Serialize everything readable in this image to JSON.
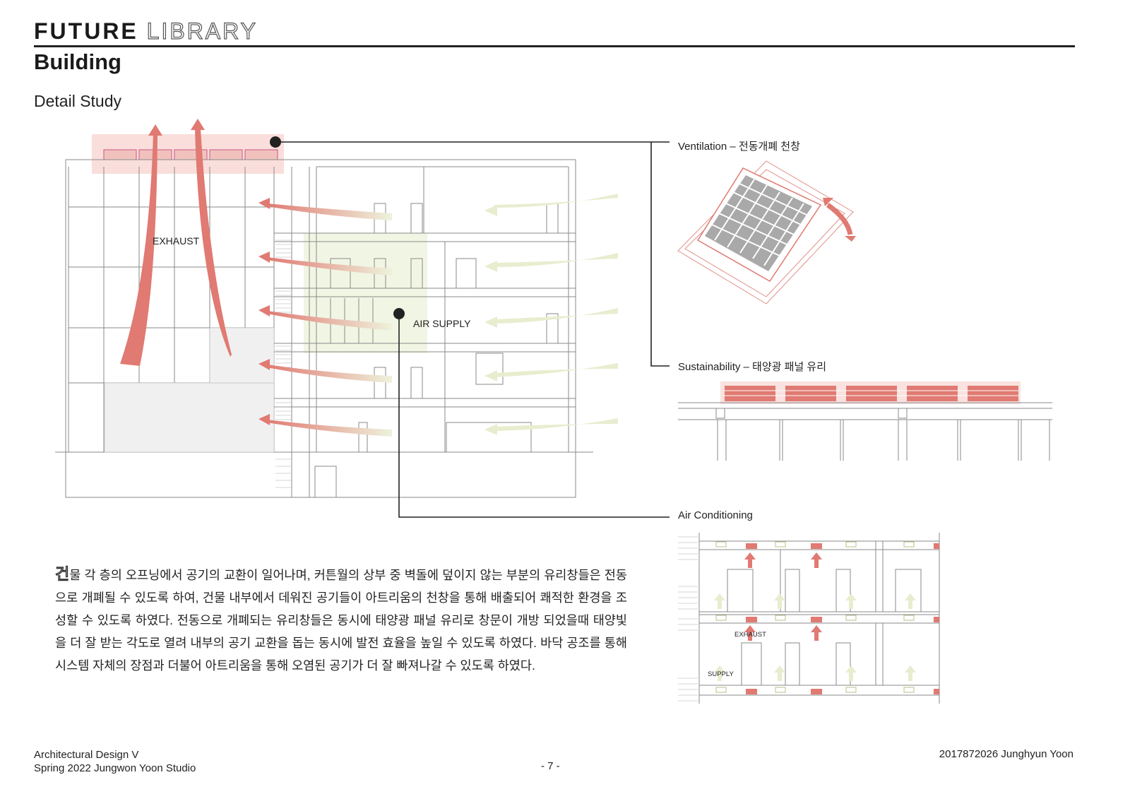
{
  "header": {
    "title_main": "FUTURE",
    "title_outline": "LIBRARY",
    "subtitle": "Building"
  },
  "section_title": "Detail Study",
  "callouts": {
    "ventilation": "Ventilation – 전동개폐 천창",
    "sustainability": "Sustainability – 태양광 패널 유리",
    "air_conditioning": "Air Conditioning"
  },
  "section_labels": {
    "exhaust": "EXHAUST",
    "air_supply": "AIR SUPPLY"
  },
  "ac_labels": {
    "exhaust": "EXHAUST",
    "supply": "SUPPLY"
  },
  "body": {
    "first_char": "건",
    "text": "물 각 층의 오프닝에서 공기의 교환이 일어나며, 커튼월의 상부 중 벽돌에 덮이지 않는 부분의 유리창들은 전동으로 개폐될 수 있도록 하여, 건물 내부에서 데워진 공기들이 아트리움의 천창을 통해 배출되어 쾌적한 환경을 조성할 수 있도록 하였다. 전동으로 개폐되는 유리창들은 동시에 태양광 패널 유리로 창문이 개방 되었을때 태양빛을 더 잘 받는 각도로 열려 내부의 공기 교환을 돕는 동시에 발전 효율을 높일 수 있도록 하였다. 바닥 공조를 통해 시스템 자체의 장점과 더불어 아트리움을 통해 오염된 공기가 더 잘 빠져나갈 수 있도록 하였다."
  },
  "footer": {
    "course": "Architectural Design V",
    "studio": "Spring 2022 Jungwon Yoon Studio",
    "page": "- 7 -",
    "author": "2017872026 Junghyun Yoon"
  },
  "colors": {
    "exhaust_red": "#e07a72",
    "supply_green": "#e9edcf",
    "highlight_pink": "#f7d6d2",
    "highlight_green": "#eef2dc",
    "line": "#888888"
  }
}
